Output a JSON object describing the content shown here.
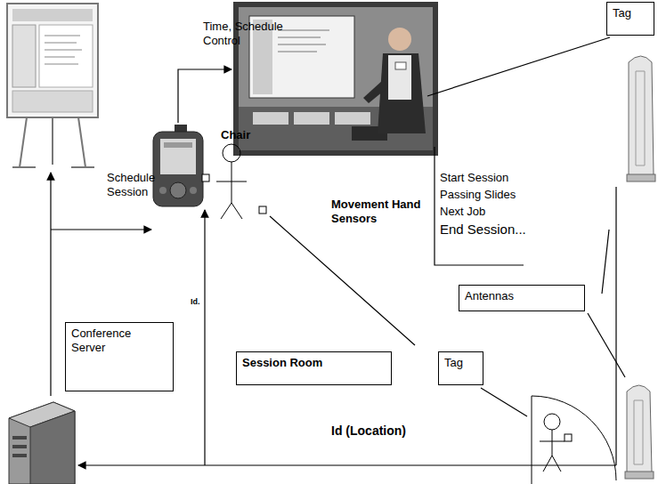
{
  "diagram": {
    "nodes": [
      {
        "text": [
          "Tag"
        ]
      },
      {
        "text": [
          "Antennas"
        ]
      },
      {
        "text": [
          "Conference Server"
        ]
      },
      {
        "text": [
          "Session Room"
        ]
      },
      {
        "text": [
          "Tag"
        ]
      }
    ],
    "labels": [
      "Time, Schedule Control",
      "Chair",
      "Schedule Session",
      "Movement Hand Sensors",
      "Start Session",
      "Passing Slides",
      "Next Job",
      "End Session...",
      "Id.",
      "Id (Location)"
    ]
  }
}
